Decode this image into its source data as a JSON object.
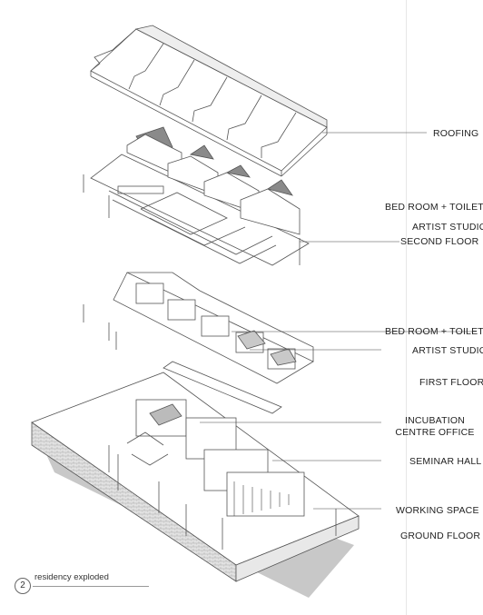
{
  "labels": {
    "roofing": "ROOFING",
    "bed_toilet_2": "BED ROOM + TOILET",
    "studio_2": "ARTIST STUDIO",
    "second_floor": "SECOND FLOOR",
    "bed_toilet_1": "BED ROOM + TOILET",
    "studio_1": "ARTIST STUDIO",
    "first_floor": "FIRST FLOOR",
    "incubation_1": "INCUBATION",
    "incubation_2": "CENTRE OFFICE",
    "seminar": "SEMINAR HALL",
    "working": "WORKING SPACE",
    "ground_floor": "GROUND FLOOR"
  },
  "caption": {
    "number": "2",
    "text": "residency exploded"
  },
  "colors": {
    "line": "#555555",
    "fill": "#ffffff",
    "shade": "#c9c9c9",
    "dark": "#8a8a8a",
    "brick": "#d8d8d8"
  }
}
